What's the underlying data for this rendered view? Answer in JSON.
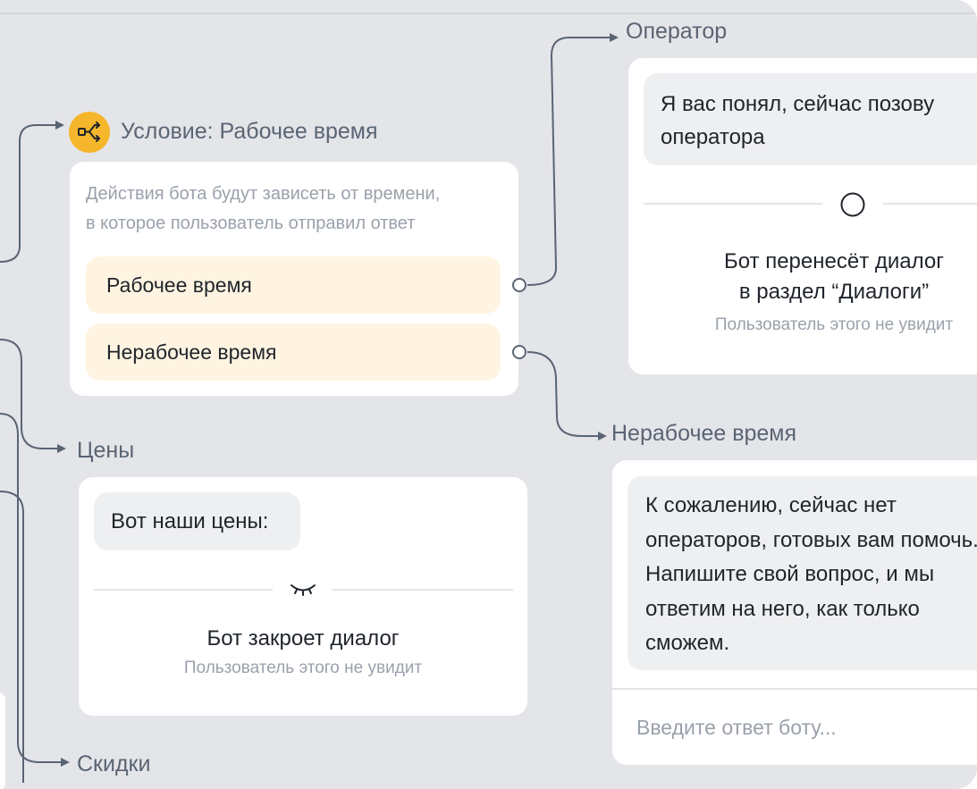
{
  "condition": {
    "title": "Условие: Рабочее время",
    "description": [
      "Действия бота будут зависеть от времени,",
      "в которое пользователь отправил ответ"
    ],
    "options": [
      "Рабочее время",
      "Нерабочее время"
    ]
  },
  "prices": {
    "title": "Цены",
    "message": "Вот наши цены:",
    "action_title": "Бот закроет диалог",
    "action_subtitle": "Пользователь этого не увидит"
  },
  "operator": {
    "title": "Оператор",
    "message": [
      "Я вас понял, сейчас позову",
      "оператора"
    ],
    "action_title": [
      "Бот перенесёт диалог",
      "в раздел “Диалоги”"
    ],
    "action_subtitle": "Пользователь этого не увидит"
  },
  "off_hours": {
    "title": "Нерабочее время",
    "message": [
      "К сожалению, сейчас нет",
      "операторов, готовых вам помочь.",
      "Напишите свой вопрос, и мы",
      "ответим на него, как только",
      "сможем."
    ],
    "input_placeholder": "Введите ответ боту..."
  },
  "discounts": {
    "title": "Скидки"
  },
  "colors": {
    "canvas": "#e4e5e9",
    "accent": "#f6b62c",
    "option_bg": "#fff4e1",
    "connector": "#5a6473"
  },
  "icons": [
    "branch-icon",
    "arrow-icon",
    "circle-icon",
    "closed-eye-icon"
  ]
}
